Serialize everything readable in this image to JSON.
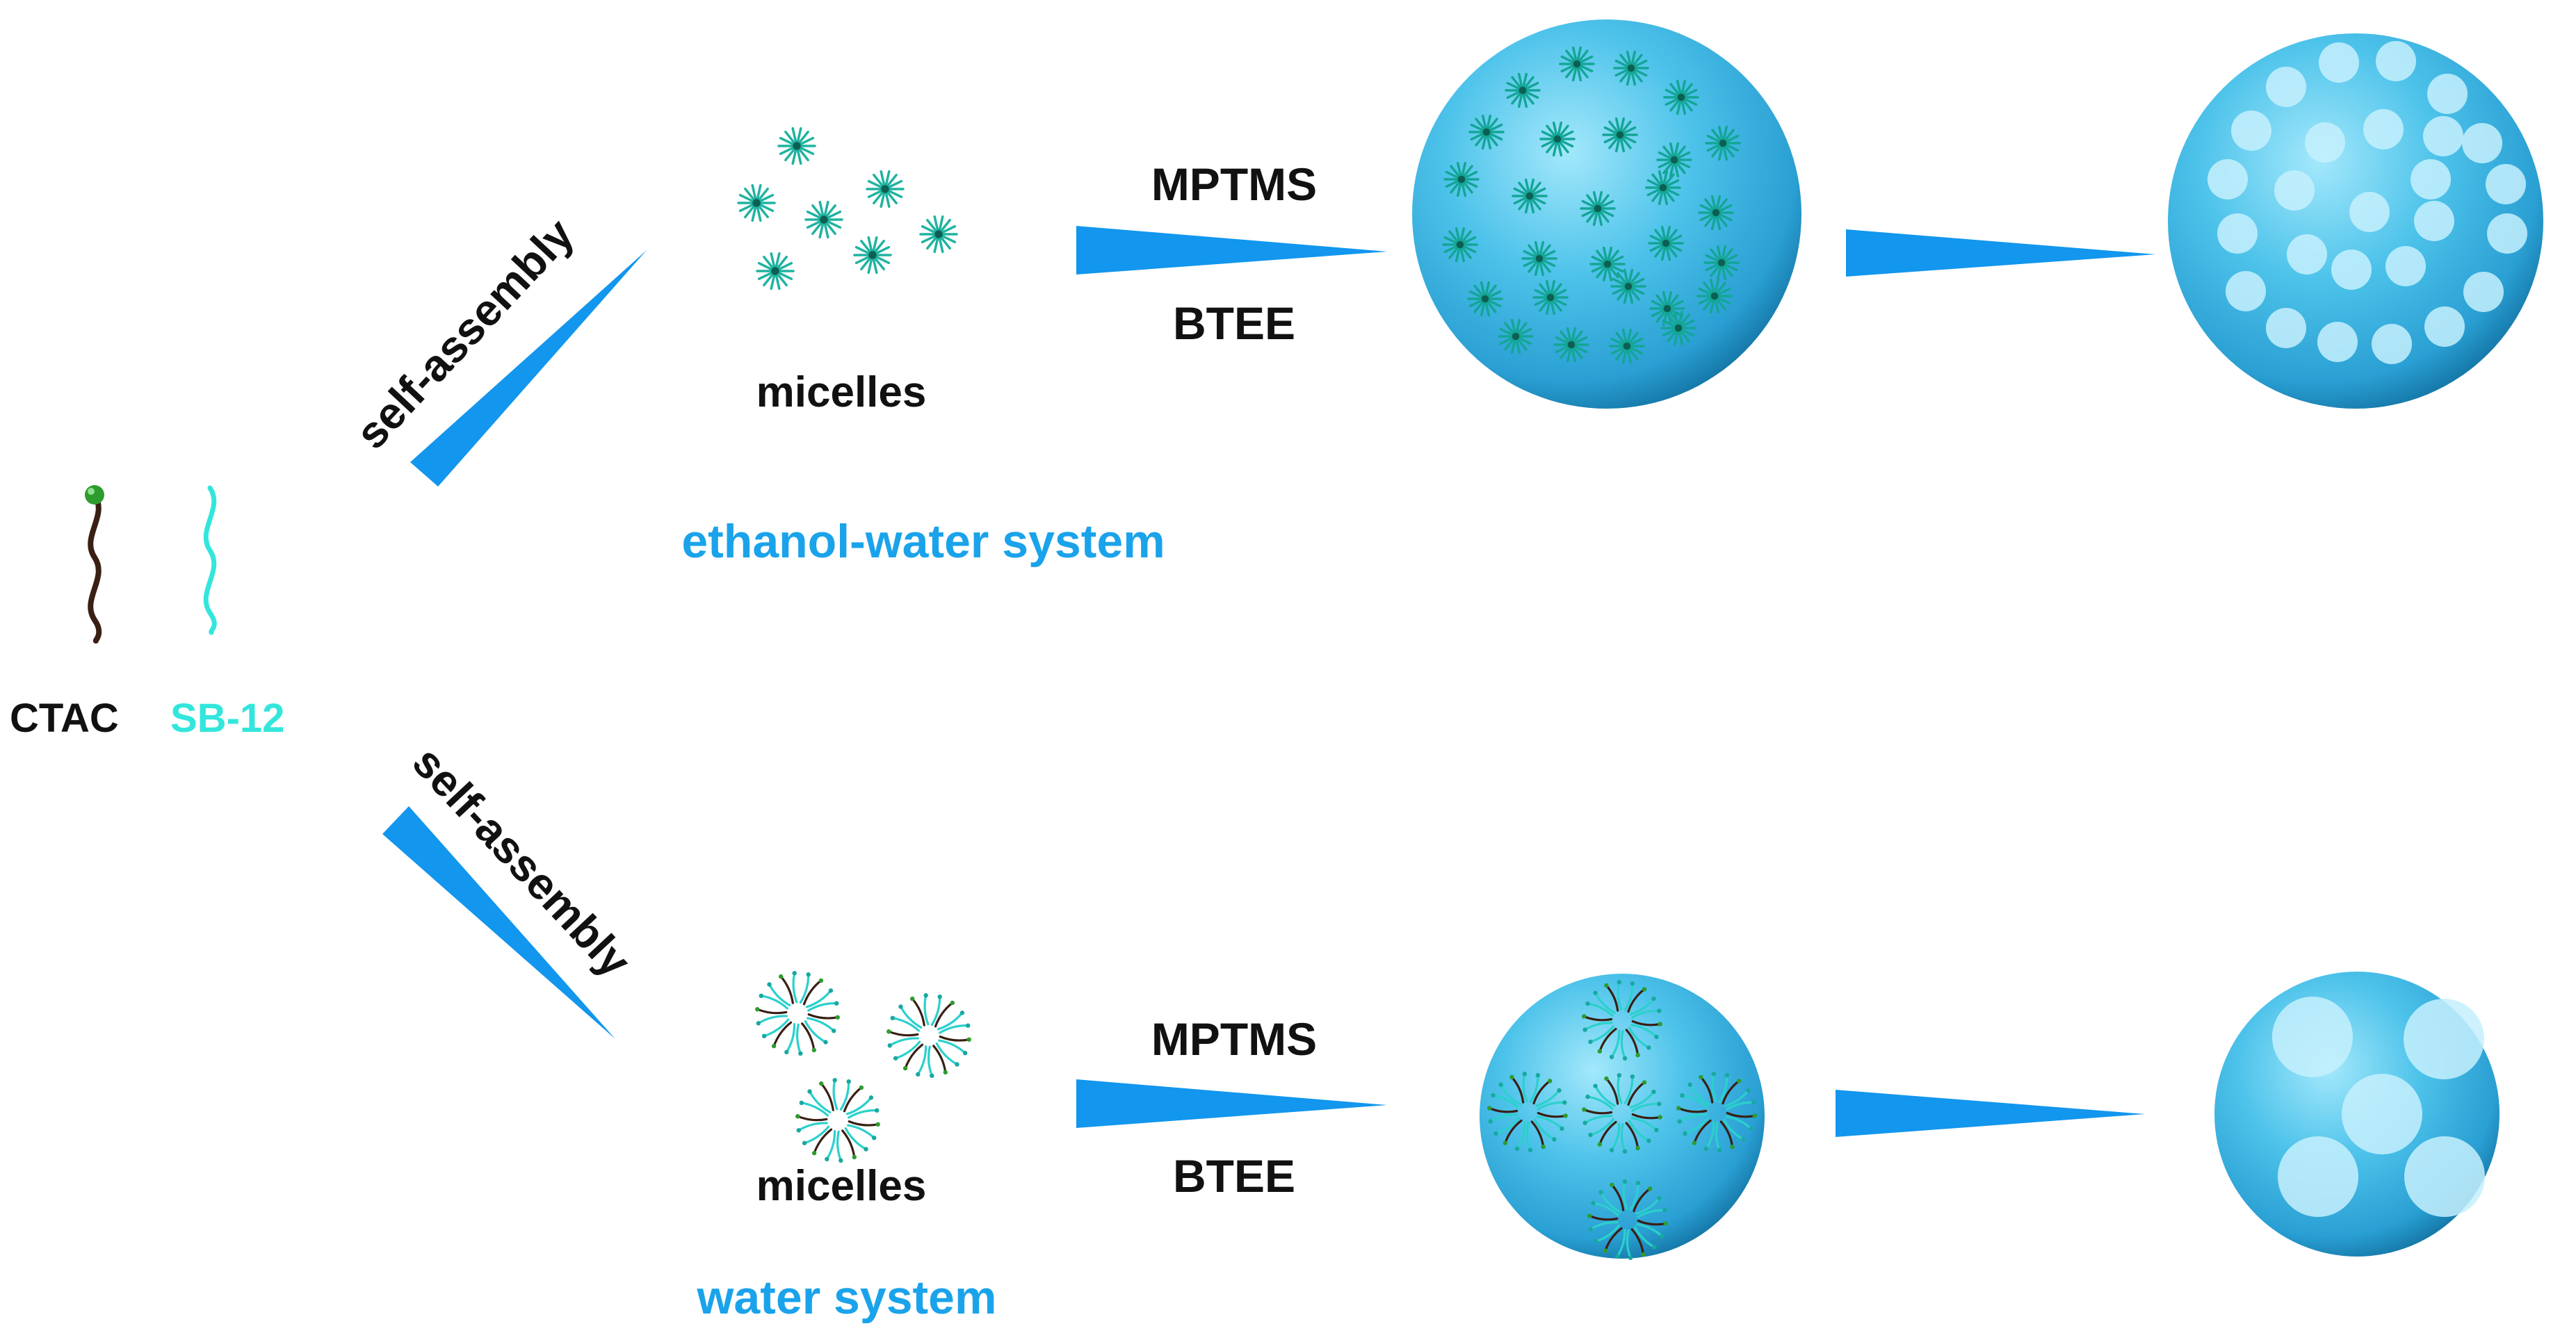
{
  "labels": {
    "ctac": "CTAC",
    "sb12": "SB-12",
    "self_assembly_top": "self-assembly",
    "self_assembly_bottom": "self-assembly",
    "micelles_top": "micelles",
    "micelles_bottom": "micelles",
    "ethanol_water_system": "ethanol-water system",
    "water_system": "water system",
    "mptms_top": "MPTMS",
    "btee_top": "BTEE",
    "mptms_bottom": "MPTMS",
    "btee_bottom": "BTEE"
  },
  "colors": {
    "text_dark": "#111111",
    "accent_blue": "#1aa3ea",
    "sb12_cyan": "#33e6dc",
    "ctac_chain": "#3a1f14",
    "ctac_head": "#2e9b2e",
    "arrow_blue": "#1296ee",
    "sphere_light": "#8fe0f8",
    "sphere_mid": "#3cb8e6",
    "sphere_dark": "#0f6d9c",
    "pore_fill": "#c6f0fd",
    "micelle_small": "#1fb3a0",
    "micelle_large": "#2bd0cc"
  },
  "icons": [
    "ctac-molecule-icon",
    "sb12-molecule-icon",
    "small-micelle-icon",
    "large-micelle-icon",
    "silica-sphere-icon",
    "pore-icon",
    "arrow-icon"
  ]
}
